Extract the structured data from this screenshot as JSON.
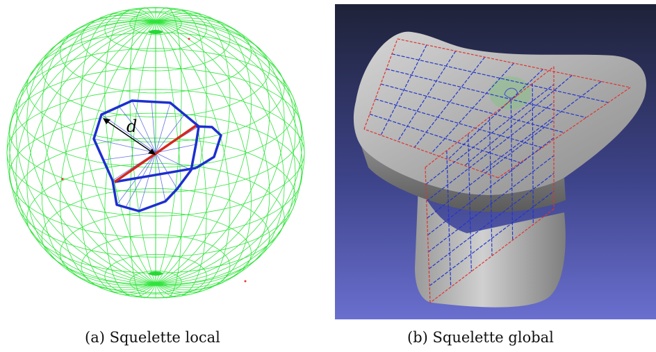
{
  "figure": {
    "panel_a": {
      "label": "(a) Squelette local",
      "distance_symbol": "d",
      "colors": {
        "sphere_wire": "#2fe43a",
        "polygon": "#1c2fd0",
        "axis": "#d8261c",
        "spokes": "#3a4fe0"
      }
    },
    "panel_b": {
      "label": "(b) Squelette global",
      "colors": {
        "background_top": "#1e2238",
        "background_bottom": "#6a6fcf",
        "surface": "#a9a9a9",
        "sheet_edge": "#e0332f",
        "sheet_grid": "#2436c8"
      }
    }
  }
}
